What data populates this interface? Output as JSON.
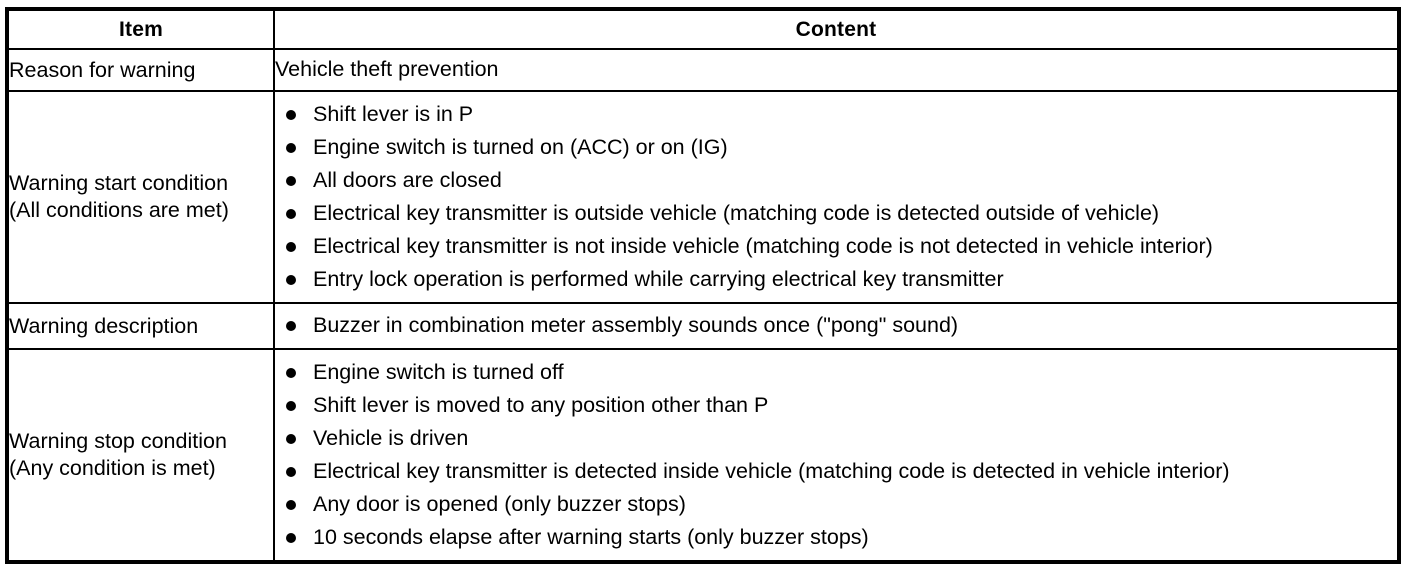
{
  "table": {
    "columns": [
      {
        "key": "item",
        "label": "Item",
        "align": "center"
      },
      {
        "key": "content",
        "label": "Content",
        "align": "center"
      }
    ],
    "rows": [
      {
        "id": "reason-for-warning",
        "item_lines": [
          "Reason for warning"
        ],
        "content_type": "plain",
        "content_text": "Vehicle theft prevention"
      },
      {
        "id": "warning-start-condition",
        "item_lines": [
          "Warning start condition",
          "(All conditions are met)"
        ],
        "content_type": "bullets",
        "bullets": [
          "Shift lever is in P",
          "Engine switch is turned on (ACC) or on (IG)",
          "All doors are closed",
          "Electrical key transmitter is outside vehicle (matching code is detected outside of vehicle)",
          "Electrical key transmitter is not inside vehicle (matching code is not detected in vehicle interior)",
          "Entry lock operation is performed while carrying electrical key transmitter"
        ]
      },
      {
        "id": "warning-description",
        "item_lines": [
          "Warning description"
        ],
        "content_type": "bullets",
        "bullets": [
          "Buzzer in combination meter assembly sounds once (\"pong\" sound)"
        ]
      },
      {
        "id": "warning-stop-condition",
        "item_lines": [
          "Warning stop condition",
          "(Any condition is met)"
        ],
        "content_type": "bullets",
        "bullets": [
          "Engine switch is turned off",
          "Shift lever is moved to any position other than P",
          "Vehicle is driven",
          "Electrical key transmitter is detected inside vehicle (matching code is detected in vehicle interior)",
          "Any door is opened (only buzzer stops)",
          "10 seconds elapse after warning starts (only buzzer stops)"
        ]
      }
    ]
  },
  "style": {
    "text_color": "#000000",
    "background_color": "#ffffff",
    "border_color": "#000000"
  }
}
